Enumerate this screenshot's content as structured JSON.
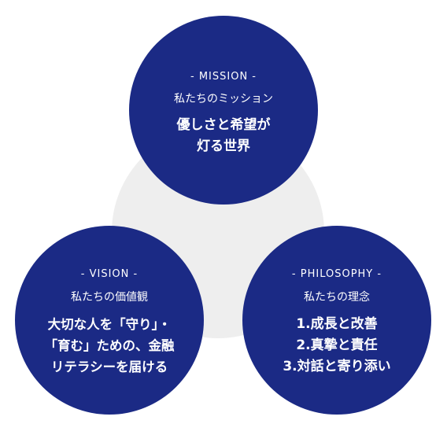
{
  "mission": {
    "label": "- MISSION -",
    "subtitle": "私たちのミッション",
    "lines": [
      "優しさと希望が",
      "灯る世界"
    ]
  },
  "vision": {
    "label": "- VISION -",
    "subtitle": "私たちの価値観",
    "lines": [
      "大切な人を「守り」・",
      "「育む」ための、金融",
      "リテラシーを届ける"
    ]
  },
  "philosophy": {
    "label": "- PHILOSOPHY -",
    "subtitle": "私たちの理念",
    "lines": [
      "1.成長と改善",
      "2.真摯と責任",
      "3.対話と寄り添い"
    ]
  },
  "colors": {
    "circle": "#1b2a85",
    "background_circle": "#eeeeee",
    "text": "#ffffff"
  }
}
